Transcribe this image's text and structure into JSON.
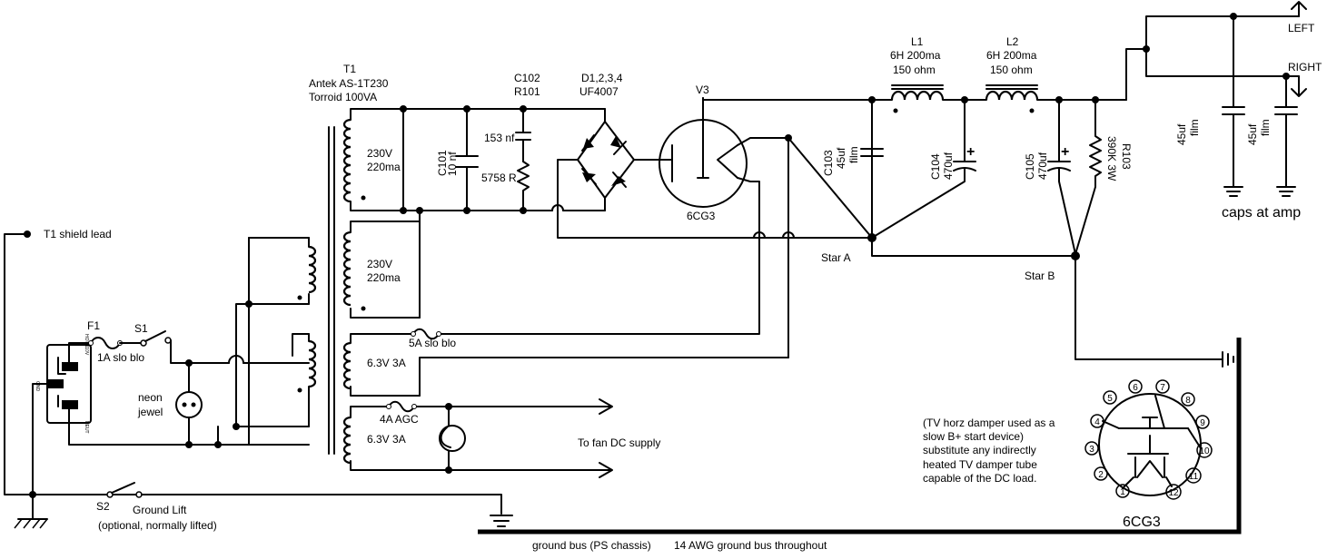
{
  "power_transformer": {
    "ref": "T1",
    "model": "Antek AS-1T230",
    "desc": "Torroid 100VA",
    "winding1": [
      "230V",
      "220ma"
    ],
    "winding2": [
      "230V",
      "220ma"
    ],
    "heater1": "6.3V 3A",
    "heater2": "6.3V 3A"
  },
  "shield_lead": "T1 shield lead",
  "fuse_main": {
    "ref": "F1",
    "rating": "1A slo blo"
  },
  "switch_main": "S1",
  "switch_ground": {
    "ref": "S2",
    "label": "Ground Lift",
    "note": "(optional, normally lifted)"
  },
  "neon": [
    "neon",
    "jewel"
  ],
  "iec_inlet": {
    "hot": "HOT 110V",
    "gnd": "GND",
    "neut": "NEUT"
  },
  "fuse_heater": "5A slo blo",
  "fuse_fan": "4A AGC",
  "fan_label": "To fan DC supply",
  "snubber": {
    "ref": [
      "C102",
      "R101"
    ],
    "cap": "153 nf",
    "res": "5758 R"
  },
  "c101": {
    "ref": "C101",
    "value": "10 nf"
  },
  "diodes": {
    "ref": "D1,2,3,4",
    "part": "UF4007"
  },
  "tube": {
    "ref": "V3",
    "type": "6CG3"
  },
  "l1": {
    "ref": "L1",
    "value": "6H 200ma",
    "dcr": "150 ohm"
  },
  "l2": {
    "ref": "L2",
    "value": "6H 200ma",
    "dcr": "150 ohm"
  },
  "c103": {
    "ref": "C103",
    "value": "45uf",
    "kind": "film"
  },
  "c104": {
    "ref": "C104",
    "value": "470uf"
  },
  "c105": {
    "ref": "C105",
    "value": "470uf"
  },
  "r103": {
    "ref": "R103",
    "value": "390K 3W"
  },
  "amp_caps": {
    "c1": [
      "45uf",
      "film"
    ],
    "c2": [
      "45uf",
      "film"
    ],
    "note": "caps at amp"
  },
  "outputs": {
    "left": "LEFT",
    "right": "RIGHT"
  },
  "stars": {
    "a": "Star A",
    "b": "Star B"
  },
  "ground_bus": {
    "chassis": "ground bus (PS chassis)",
    "awg": "14 AWG ground bus throughout"
  },
  "note": [
    "(TV horz damper used as a",
    "slow B+ start device)",
    "substitute any indirectly",
    "heated TV damper tube",
    "capable of the DC load."
  ],
  "pinout": {
    "title": "6CG3",
    "pins": [
      "1",
      "2",
      "3",
      "4",
      "5",
      "6",
      "7",
      "8",
      "9",
      "10",
      "11",
      "12"
    ]
  }
}
